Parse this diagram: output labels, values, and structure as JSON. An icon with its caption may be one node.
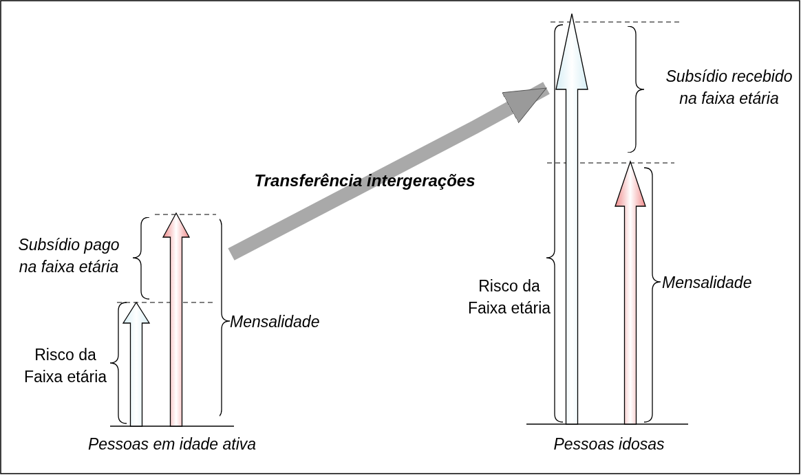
{
  "diagram": {
    "nodes": [
      {
        "text": [
          "Subsídio pago na faixa etária"
        ]
      },
      {
        "text": [
          "Mensalidade"
        ]
      },
      {
        "text": [
          "Subsídio recebido na faixa etária"
        ]
      }
    ],
    "edges": [
      {
        "from": 1,
        "to": 2,
        "arrow": "to",
        "label": "Transferência intergerações"
      }
    ],
    "labels": [
      "Risco da Faixa etária",
      "Pessoas em idade ativa",
      "Risco da Faixa etária",
      "Mensalidade",
      "Pessoas idosas"
    ]
  }
}
